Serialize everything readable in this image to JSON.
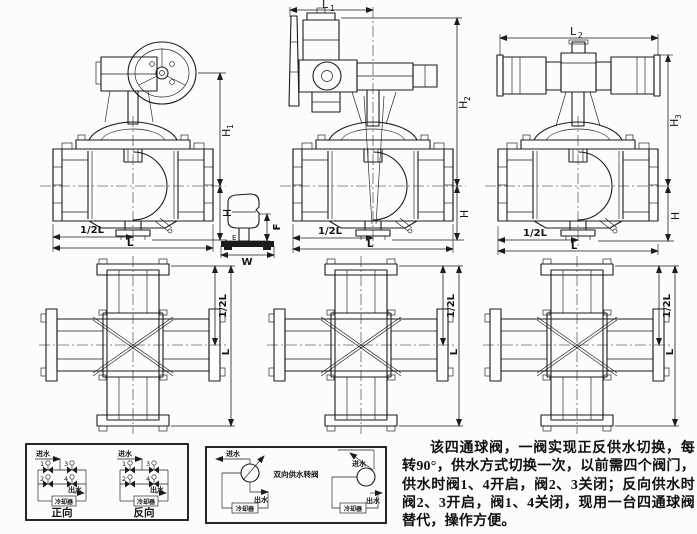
{
  "dimensions": {
    "L1": {
      "base": "L",
      "sub": "1"
    },
    "L2": {
      "base": "L",
      "sub": "2"
    },
    "H1": {
      "base": "H",
      "sub": "1"
    },
    "H2": {
      "base": "H",
      "sub": "2"
    },
    "H3": {
      "base": "H",
      "sub": "3"
    },
    "H": "H",
    "L": "L",
    "half_L": "1/2L",
    "W": "W",
    "F": "F",
    "E": "E"
  },
  "flow_diagrams": {
    "forward_caption": "正向",
    "reverse_caption": "反向",
    "inlet": "进水",
    "outlet": "出水",
    "cooler": "冷却器",
    "valve_numbers": [
      "1",
      "2",
      "3",
      "4"
    ]
  },
  "schematics": {
    "label": "双向供水转阀",
    "inlet": "进水",
    "outlet": "出水",
    "cooler": "冷却器"
  },
  "description": "该四通球阀，一阀实现正反供水切换，每转90°，供水方式切换一次，以前需四个阀门，供水时阀1、4开启，阀2、3关闭；反向供水时阀2、3开启，阀1、4关闭，现用一台四通球阀替代，操作方便。"
}
